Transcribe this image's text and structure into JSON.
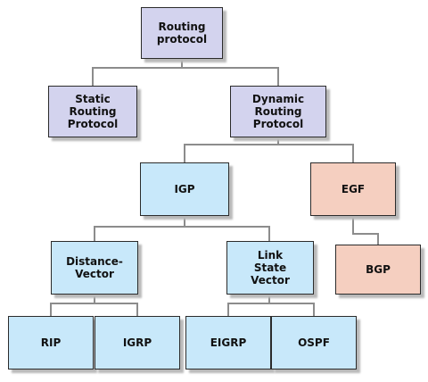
{
  "colors": {
    "purple": "#d3d3ee",
    "blue": "#c8e8fa",
    "salmon": "#f5cfc0",
    "line": "#8c8c8c"
  },
  "nodes": {
    "routing_protocol": "Routing\nprotocol",
    "static_routing": "Static\nRouting\nProtocol",
    "dynamic_routing": "Dynamic\nRouting\nProtocol",
    "igp": "IGP",
    "egf": "EGF",
    "distance_vector": "Distance-\nVector",
    "link_state_vector": "Link\nState\nVector",
    "bgp": "BGP",
    "rip": "RIP",
    "igrp": "IGRP",
    "eigrp": "EIGRP",
    "ospf": "OSPF"
  }
}
